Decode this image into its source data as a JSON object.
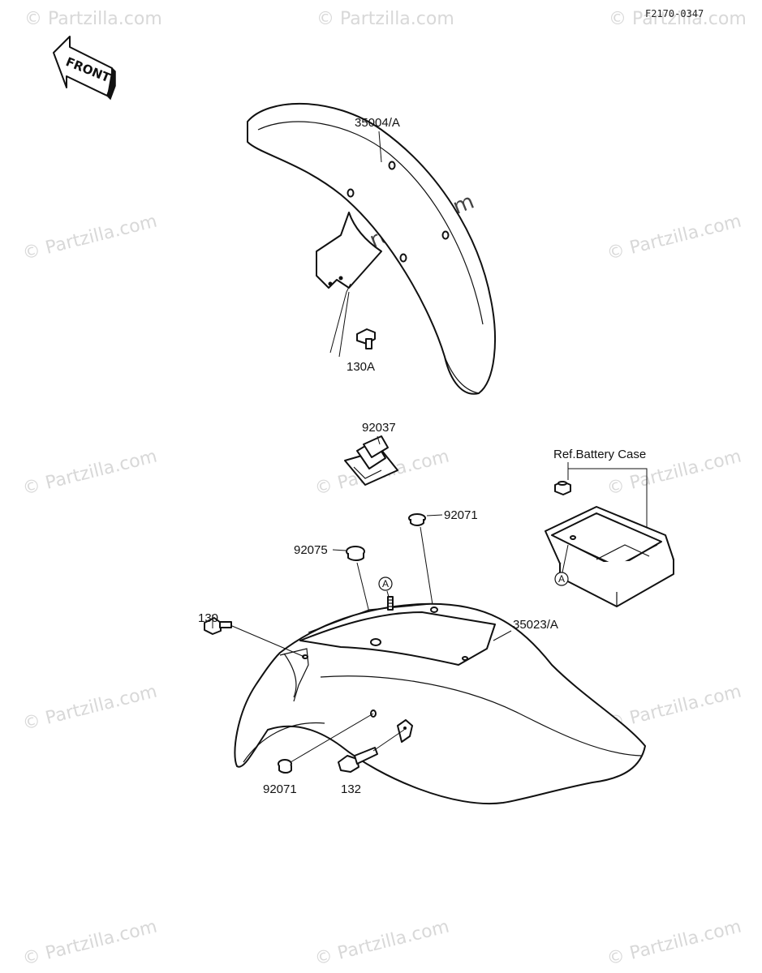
{
  "diagram_code": "F2170-0347",
  "front_arrow_label": "FRONT",
  "watermark": "© Partzilla.com",
  "reference_label": "Ref.Battery Case",
  "reference_marker": "A",
  "parts": {
    "front_fender": "35004/A",
    "front_bolt": "130A",
    "clamp": "92037",
    "grommet_top": "92071",
    "grommet_mid": "92075",
    "bolt_left": "130",
    "rear_fender": "35023/A",
    "grommet_bottom": "92071",
    "bolt_bottom": "132"
  }
}
